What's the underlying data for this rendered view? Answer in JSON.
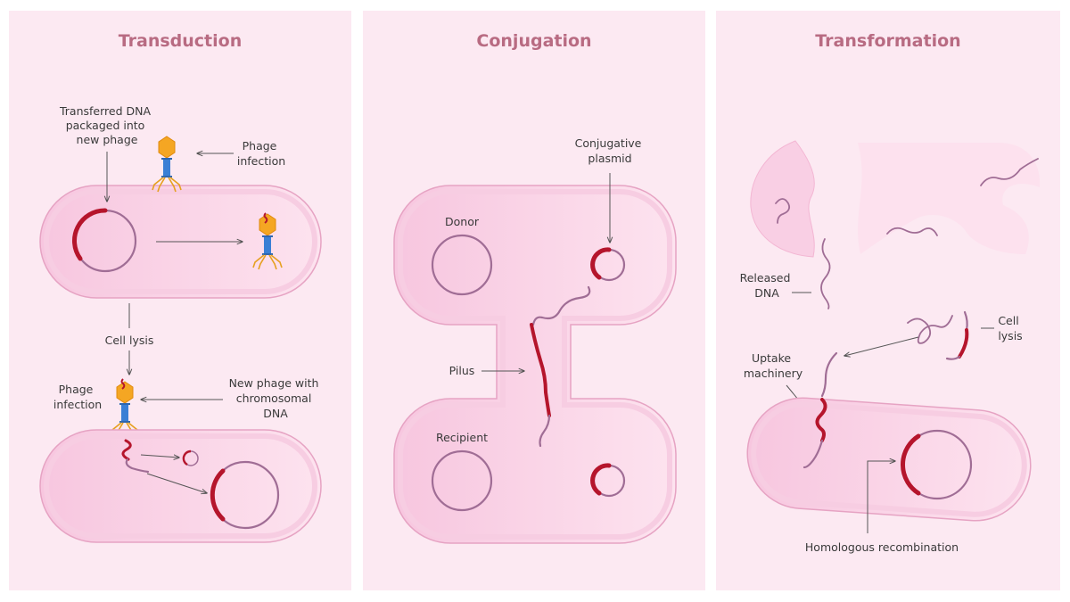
{
  "panels": {
    "transduction": {
      "title": "Transduction",
      "labels": {
        "transferred_dna": [
          "Transferred DNA",
          "packaged into",
          "new phage"
        ],
        "phage_infection_top": [
          "Phage",
          "infection"
        ],
        "cell_lysis": "Cell lysis",
        "phage_infection_bottom": [
          "Phage",
          "infection"
        ],
        "new_phage": [
          "New phage with",
          "chromosomal",
          "DNA"
        ]
      }
    },
    "conjugation": {
      "title": "Conjugation",
      "labels": {
        "conjugative_plasmid": [
          "Conjugative",
          "plasmid"
        ],
        "donor": "Donor",
        "pilus": "Pilus",
        "recipient": "Recipient"
      }
    },
    "transformation": {
      "title": "Transformation",
      "labels": {
        "released_dna": [
          "Released",
          "DNA"
        ],
        "cell_lysis": [
          "Cell",
          "lysis"
        ],
        "uptake_machinery": [
          "Uptake",
          "machinery"
        ],
        "homologous_recombination": "Homologous recombination"
      }
    }
  },
  "colors": {
    "panel_bg": "#fce9f2",
    "cell_fill": "#f9cfe4",
    "cell_stroke": "#e6a3c3",
    "title": "#b86b82",
    "dna": "#a06d95",
    "dna_highlight": "#b5152c",
    "phage_head": "#f5a623",
    "phage_tail": "#3a7fd5"
  }
}
